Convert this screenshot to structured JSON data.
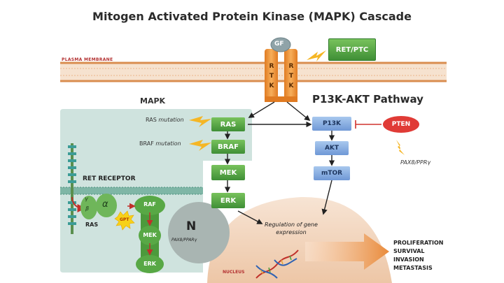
{
  "title": "Mitogen Activated Protein Kinase (MAPK) Cascade",
  "membrane_label": "PLASMA MEMBRANE",
  "gf": "GF",
  "rtk": "RTK",
  "ret_ptc": "RET/PTC",
  "mapk_label": "MAPK",
  "pi3k_pathway_label": "P13K-AKT Pathway",
  "ras_mutation": "RAS",
  "braf_mutation": "BRAF",
  "mutation_word": "mutation",
  "nodes": {
    "ras": "RAS",
    "braf": "BRAF",
    "mek": "MEK",
    "erk": "ERK",
    "p13k": "P13K",
    "akt": "AKT",
    "mtor": "mTOR",
    "pten": "PTEN"
  },
  "pax8_pten": "PAX8/PPRγ",
  "ret_receptor": "RET RECEPTOR",
  "gamma": "γ",
  "beta": "β",
  "alpha": "α",
  "gpt": "GPT",
  "ras_small": "RAS",
  "raf": "RAF",
  "mek_small": "MEK",
  "erk_small": "ERK",
  "n_label": "N",
  "pax8_nucleus": "PAX8/PPARγ",
  "regulation": [
    "Regulation of gene",
    "expression"
  ],
  "nucleus": "NUCLEUS",
  "outcomes": [
    "PROLIFERATION",
    "SURVIVAL",
    "INVASION",
    "METASTASIS"
  ],
  "colors": {
    "membrane": "#d98d4f",
    "rtk": "#f29a3a",
    "green": "#4f9e3f",
    "blue": "#86aee2",
    "pten": "#e03b36",
    "panel": "#cfe3de",
    "nucleus": "#f3d8c4"
  }
}
